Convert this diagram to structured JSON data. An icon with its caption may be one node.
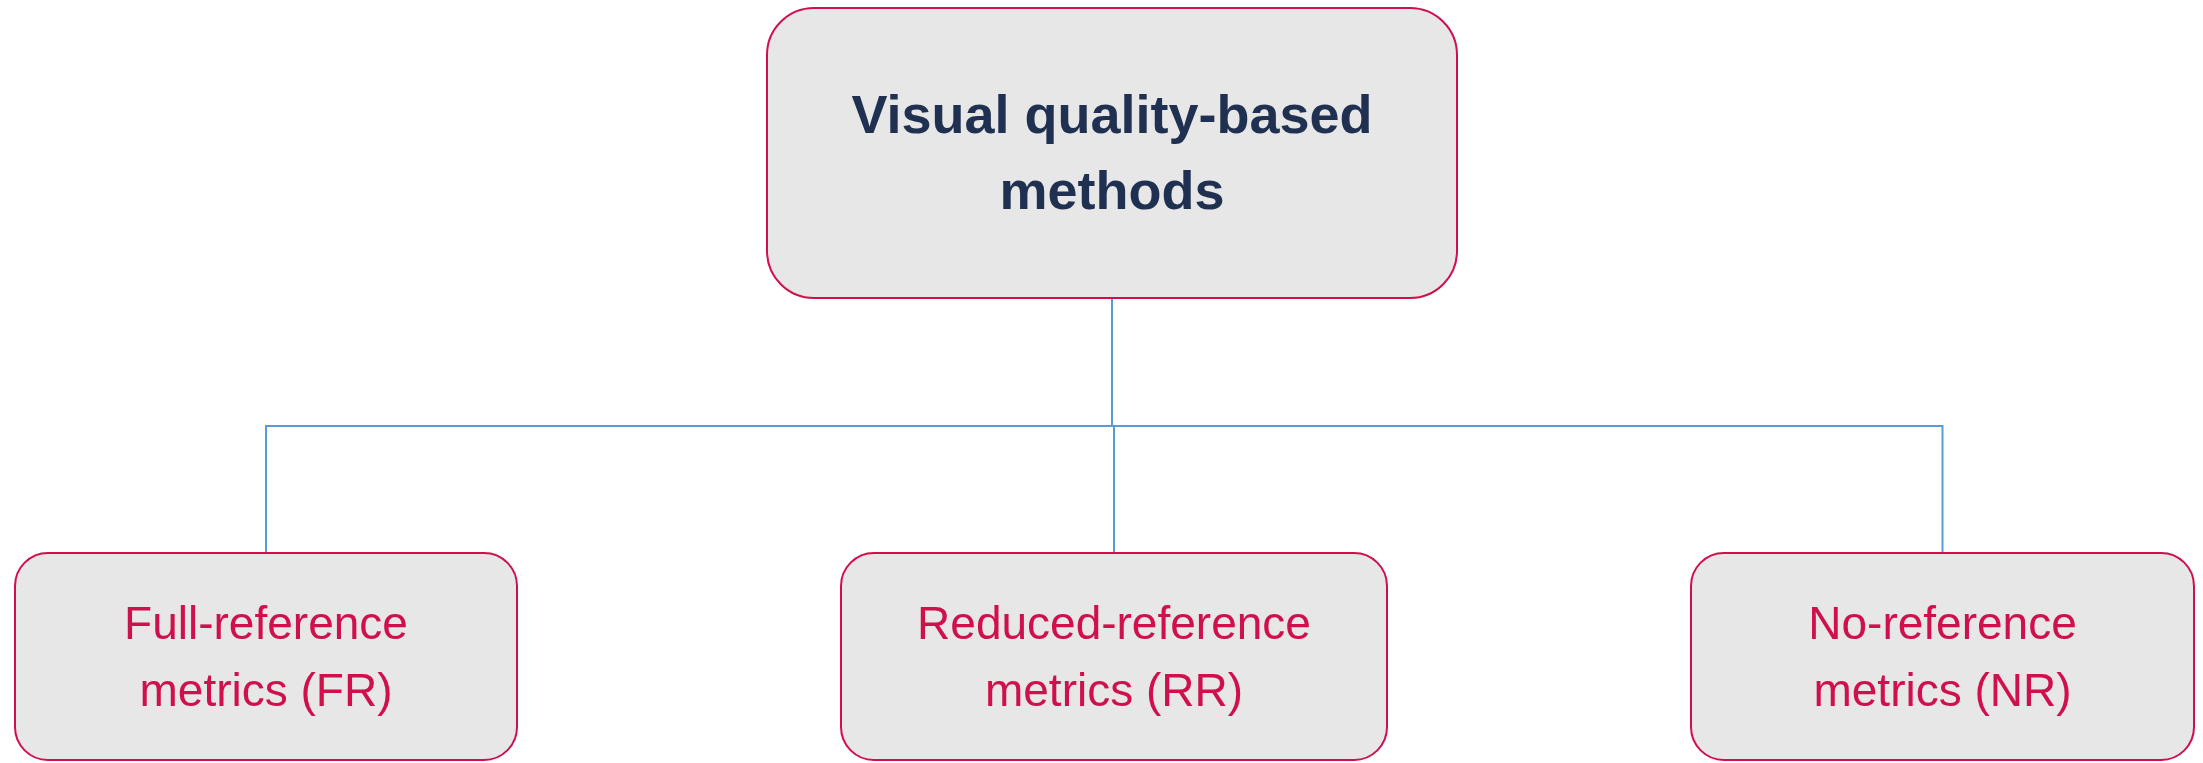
{
  "diagram": {
    "nodes": [
      {
        "text": [
          "Visual quality-based methods"
        ]
      },
      {
        "text": [
          "Full-reference metrics (FR)"
        ]
      },
      {
        "text": [
          "Reduced-reference metrics (RR)"
        ]
      },
      {
        "text": [
          "No-reference metrics (NR)"
        ]
      }
    ],
    "edges": [
      {
        "from": 0,
        "to": 1,
        "arrow": "none"
      },
      {
        "from": 0,
        "to": 2,
        "arrow": "none"
      },
      {
        "from": 0,
        "to": 3,
        "arrow": "none"
      }
    ]
  }
}
